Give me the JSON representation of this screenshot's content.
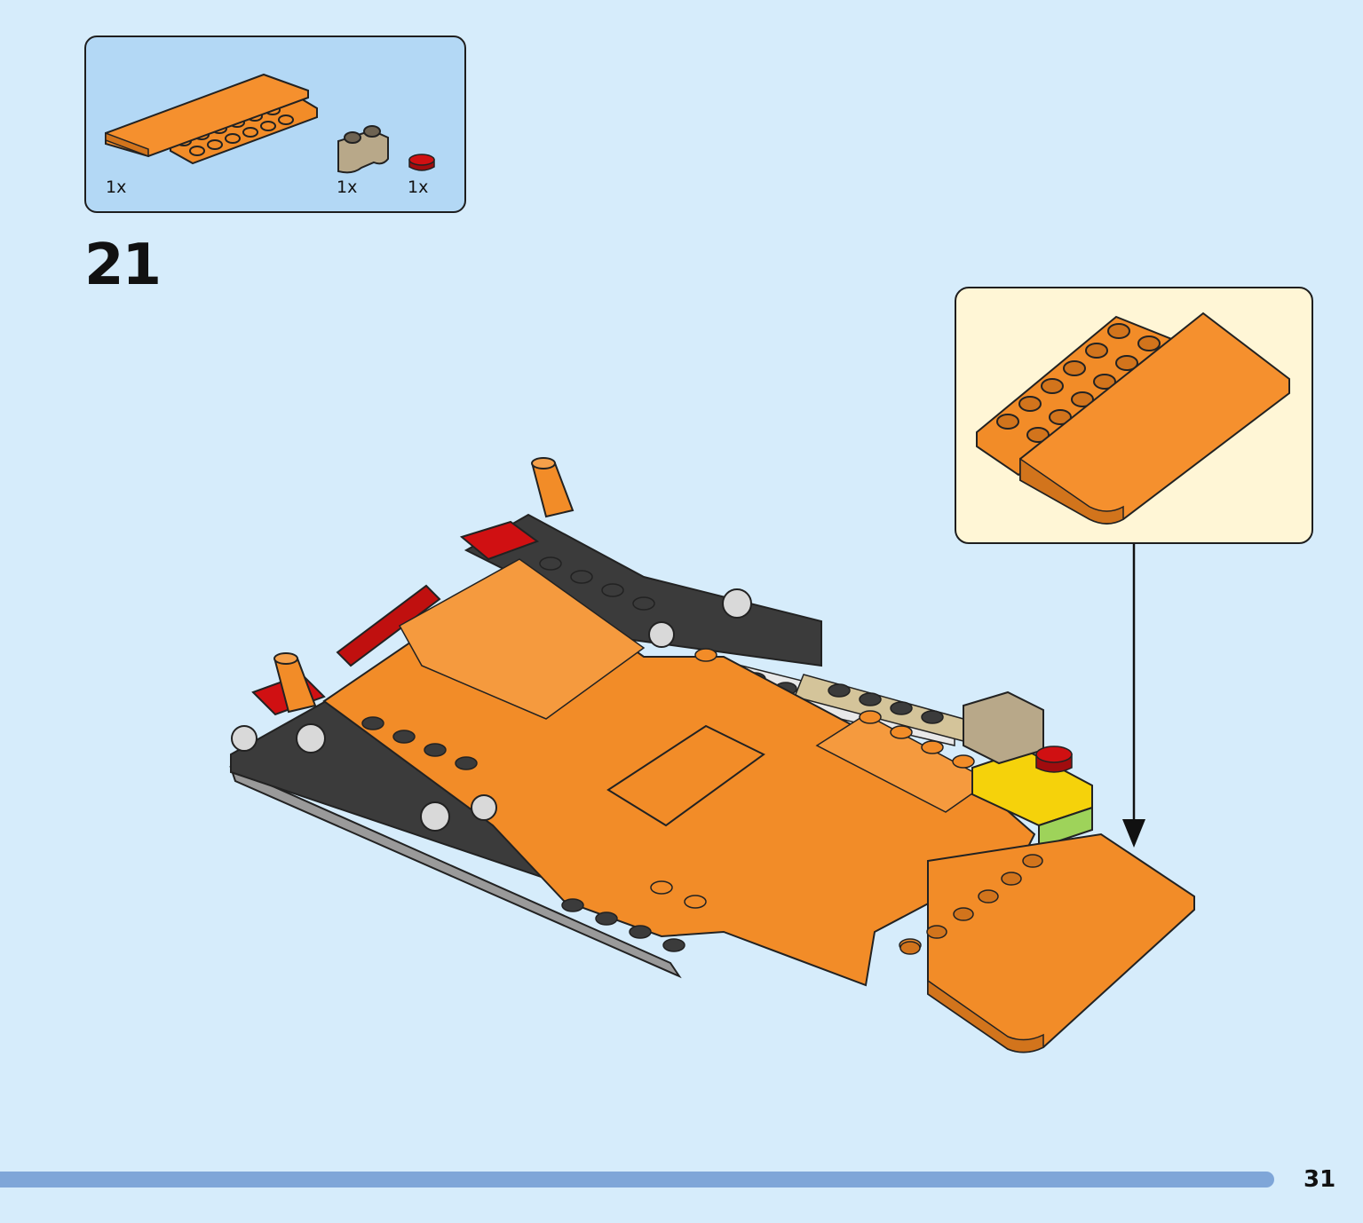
{
  "parts_list": {
    "items": [
      {
        "part": "orange-wedge-plate",
        "quantity": "1x",
        "color": "#f28c28"
      },
      {
        "part": "tan-brick-rounded",
        "quantity": "1x",
        "color": "#b8a889"
      },
      {
        "part": "red-round-plate",
        "quantity": "1x",
        "color": "#d01012"
      }
    ]
  },
  "step": {
    "number": "21"
  },
  "footer": {
    "page_number": "31"
  },
  "colors": {
    "background": "#d6ecfb",
    "parts_box": "#b3d8f5",
    "callout_box": "#fff6d6",
    "footer_bar": "#7fa6d8",
    "orange": "#f28c28",
    "dark_grey": "#3b3b3b",
    "red": "#d01012",
    "yellow": "#f5d20b",
    "tan": "#d4c49a"
  }
}
